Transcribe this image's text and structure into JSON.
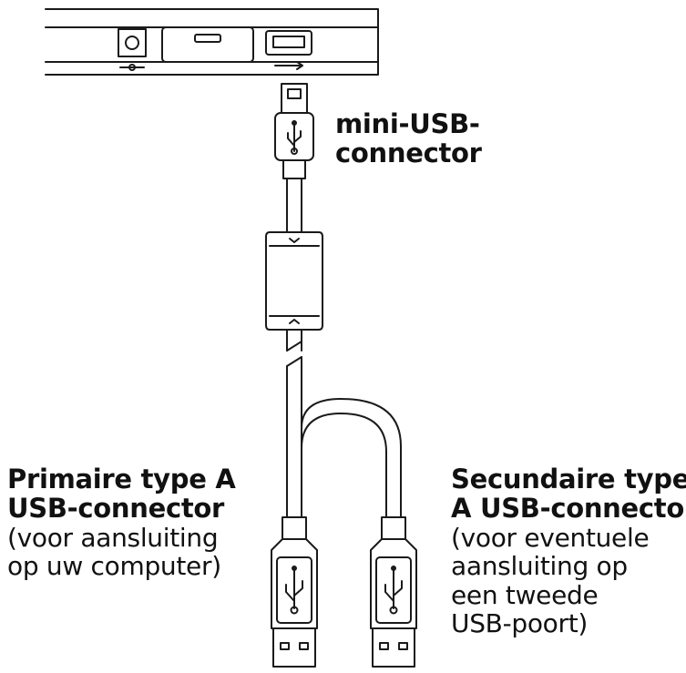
{
  "labels": {
    "mini_usb": {
      "line1": "mini-USB-",
      "line2": "connector"
    },
    "primary": {
      "title1": "Primaire type A",
      "title2": "USB-connector",
      "desc1": "(voor aansluiting",
      "desc2": "op uw computer)"
    },
    "secondary": {
      "title1": "Secundaire type",
      "title2": "A USB-connector",
      "desc1": "(voor eventuele",
      "desc2": "aansluiting op",
      "desc3": "een tweede",
      "desc4": "USB-poort)"
    }
  },
  "colors": {
    "line": "#1a1a1a",
    "background": "#ffffff"
  },
  "icons": [
    "power-jack-icon",
    "usb-symbol-icon"
  ]
}
